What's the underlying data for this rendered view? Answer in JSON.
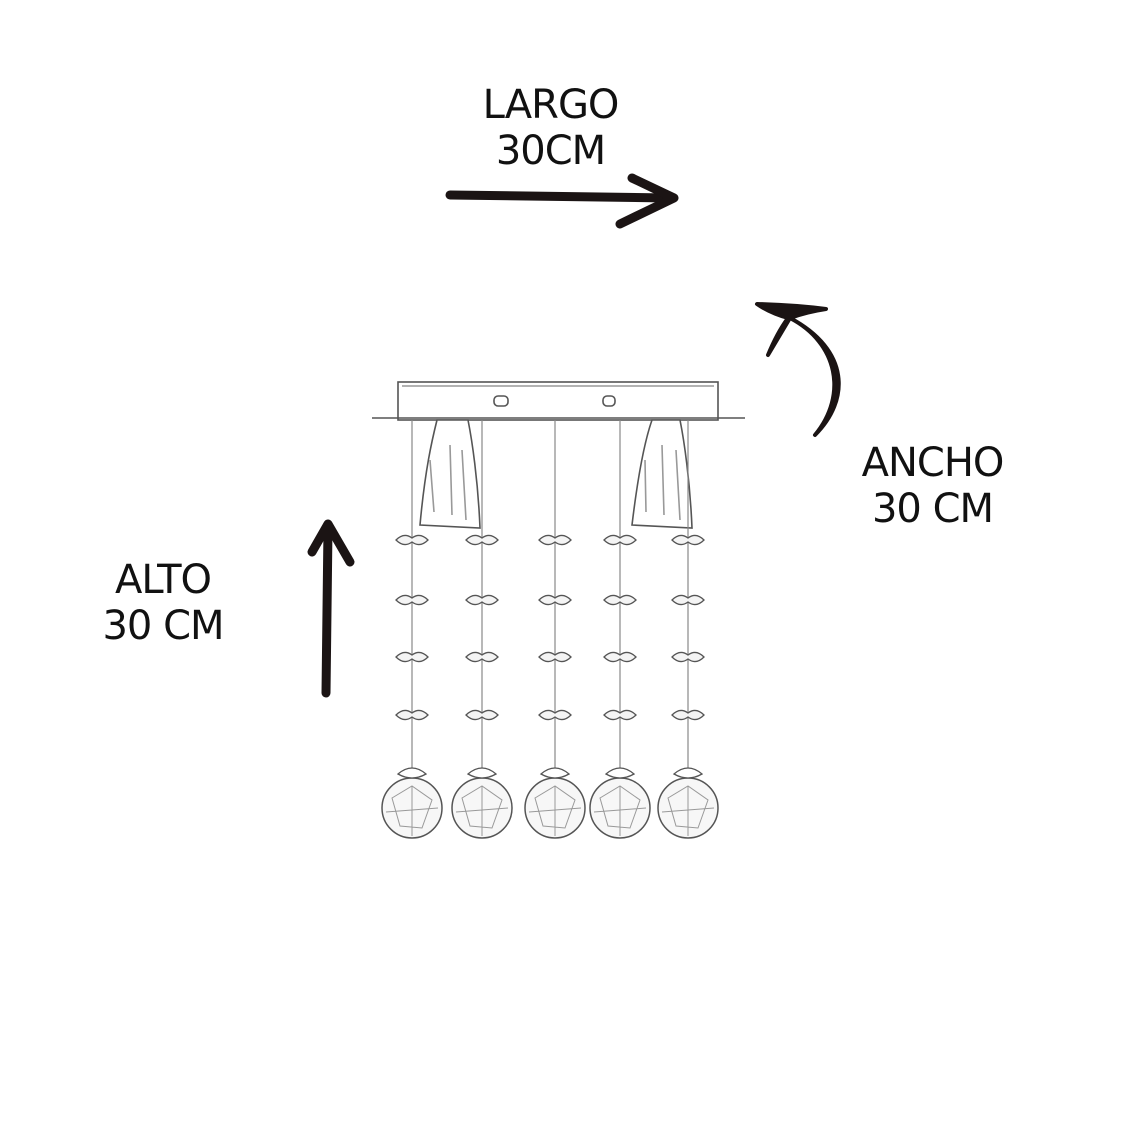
{
  "dimensions": {
    "largo": {
      "name": "LARGO",
      "value": "30CM"
    },
    "ancho": {
      "name": "ANCHO",
      "value": "30 CM"
    },
    "alto": {
      "name": "ALTO",
      "value": "30 CM"
    }
  },
  "colors": {
    "ink": "#1b1414",
    "line": "#555555",
    "background": "#ffffff"
  },
  "chandelier": {
    "strands": 5,
    "crystals_per_strand": 4,
    "spot_lamps": 2
  }
}
